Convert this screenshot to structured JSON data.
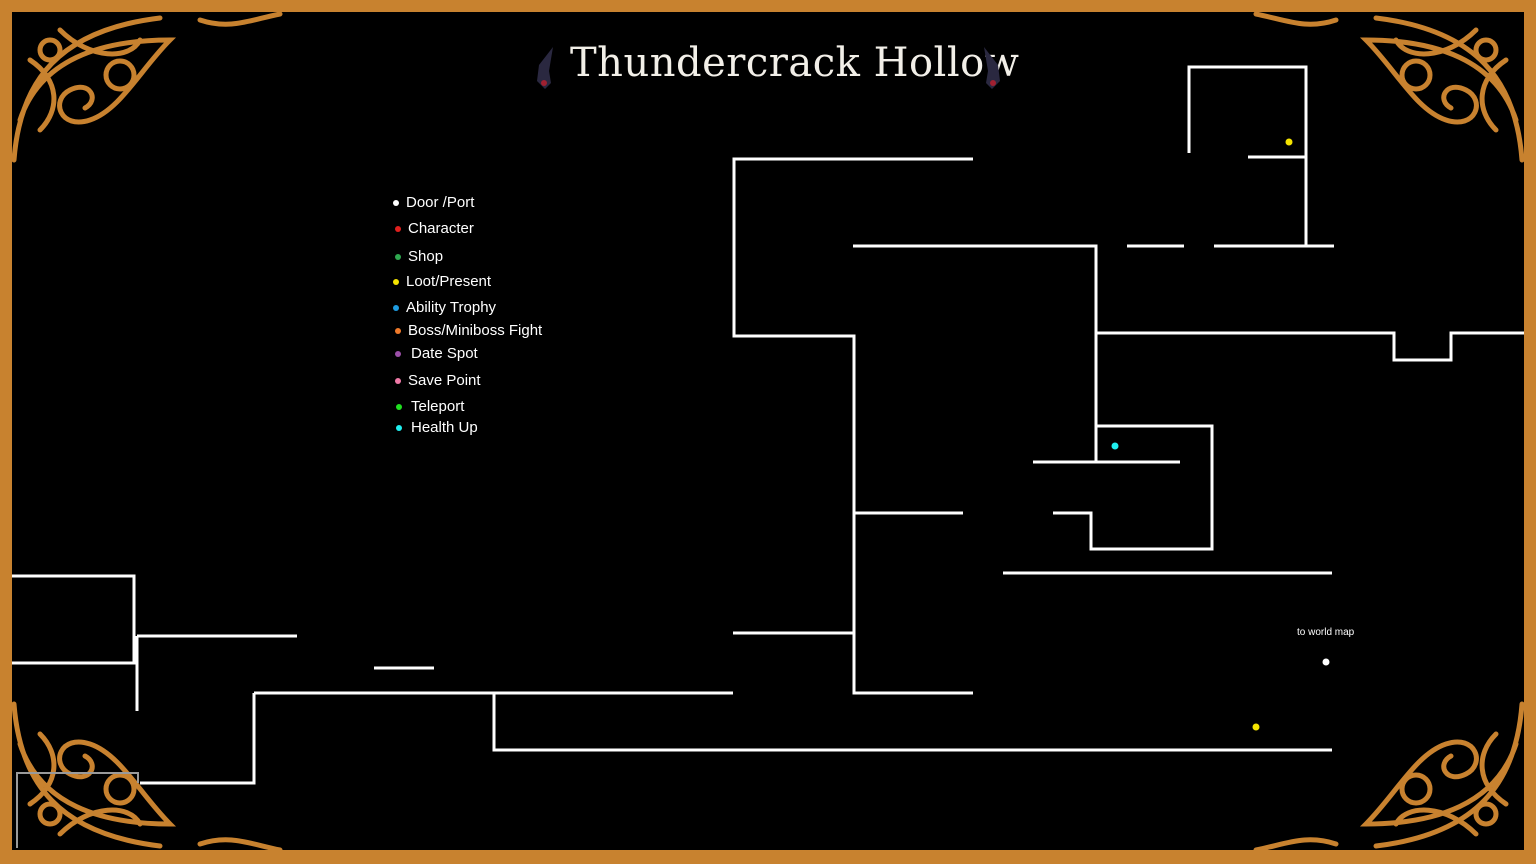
{
  "title": "Thundercrack Hollow",
  "legend": [
    {
      "label": "Door /Port",
      "color": "#ffffff"
    },
    {
      "label": "Character",
      "color": "#e0201e"
    },
    {
      "label": "Shop",
      "color": "#2fa84f"
    },
    {
      "label": "Loot/Present",
      "color": "#f5e400"
    },
    {
      "label": "Ability Trophy",
      "color": "#1e9be0"
    },
    {
      "label": "Boss/Miniboss Fight",
      "color": "#f07a2a"
    },
    {
      "label": "Date Spot",
      "color": "#9b4fa8"
    },
    {
      "label": "Save Point",
      "color": "#f07aa8"
    },
    {
      "label": "Teleport",
      "color": "#1fe01f"
    },
    {
      "label": "Health Up",
      "color": "#1ff0f0"
    }
  ],
  "world_exit_label": "to world map",
  "colors": {
    "frame": "#c8822f",
    "walls": "#ffffff",
    "background": "#000000"
  }
}
